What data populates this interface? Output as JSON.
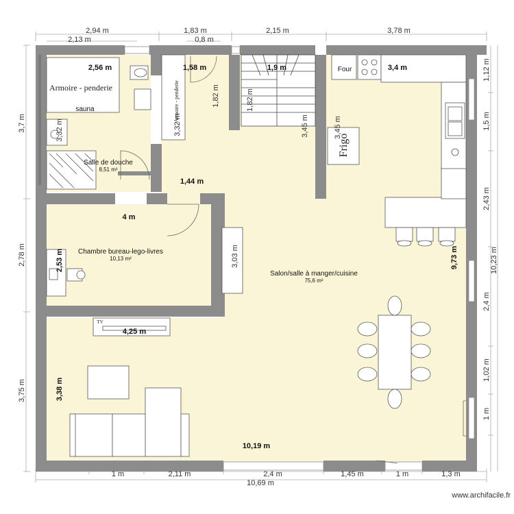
{
  "colors": {
    "wall": "#8c8c8c",
    "floor": "#fbf5d8",
    "furniture": "#ffffff",
    "dim_line": "#999999"
  },
  "dimensions": {
    "top_outer": [
      "2,94 m",
      "1,83 m",
      "2,15 m",
      "3,78 m"
    ],
    "top_inner": [
      "2,13 m",
      "0,8 m"
    ],
    "left": [
      "3,7 m",
      "2,78 m",
      "3,75 m"
    ],
    "right_outer": [
      "10,23 m"
    ],
    "right_inner": [
      "1,12 m",
      "1,5 m",
      "2,43 m",
      "2,4 m",
      "1,02 m",
      "1 m"
    ],
    "bottom_inner": [
      "1 m",
      "2,11 m",
      "2,4 m",
      "1,45 m",
      "1 m",
      "1,3 m"
    ],
    "bottom_total": "10,69 m",
    "interior": {
      "bath_width": "2,56 m",
      "wardrobe_width": "1,58 m",
      "stairs_width": "1,9 m",
      "kitchen_width": "3,4 m",
      "door_182a": "1,82 m",
      "door_182b": "1,82 m",
      "bath_height": "3,32 m",
      "wardrobe_height": "3,32 m",
      "stairs_height_a": "3,45 m",
      "stairs_height_b": "3,45 m",
      "hall_width": "1,44 m",
      "bedroom_width": "4 m",
      "bedroom_height": "2,53 m",
      "bedroom_height_b": "3,03 m",
      "living_height": "9,73 m",
      "tv_width": "4,25 m",
      "lounge_height": "3,38 m",
      "living_width": "10,19 m"
    }
  },
  "rooms": {
    "bathroom": {
      "name": "Salle de douche",
      "area": "8,51 m²"
    },
    "bedroom": {
      "name": "Chambre bureau-lego-livres",
      "area": "10,13 m²"
    },
    "living": {
      "name": "Salon/salle à manger/cuisine",
      "area": "75,6 m²"
    }
  },
  "labels": {
    "wardrobe": "Armoire - penderie",
    "sauna": "sauna",
    "wardrobe2": "Armoire - penderie",
    "oven": "Four",
    "fridge": "Frigo",
    "tv": "TV"
  },
  "watermark": "www.archifacile.fr"
}
